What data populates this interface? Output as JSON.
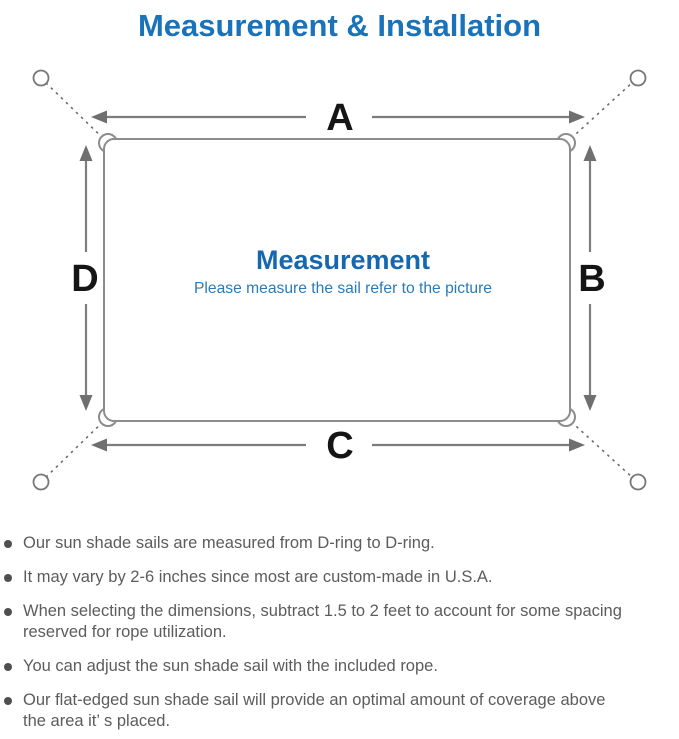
{
  "title": "Measurement & Installation",
  "colors": {
    "title_blue": "#1973bb",
    "center_heading_blue": "#1568b0",
    "center_subtitle_blue": "#2a7ab8",
    "line_gray": "#7d7d7d",
    "note_text_gray": "#5c5c5c"
  },
  "diagram": {
    "labels": {
      "top": "A",
      "right": "B",
      "bottom": "C",
      "left": "D"
    },
    "center_title": "Measurement",
    "center_subtitle": "Please measure the sail refer to the picture"
  },
  "bullets": [
    {
      "lines": [
        "Our sun shade sails are measured from D-ring to D-ring."
      ]
    },
    {
      "lines": [
        "It may vary by 2-6 inches since most are custom-made in U.S.A."
      ]
    },
    {
      "lines": [
        "When selecting the dimensions, subtract 1.5 to 2 feet to account for some spacing",
        "reserved for rope utilization."
      ]
    },
    {
      "lines": [
        "You can adjust the sun shade sail with the included rope."
      ]
    },
    {
      "lines": [
        "Our flat-edged sun shade sail will provide an optimal amount of coverage above",
        "the area it’ s placed."
      ]
    }
  ]
}
